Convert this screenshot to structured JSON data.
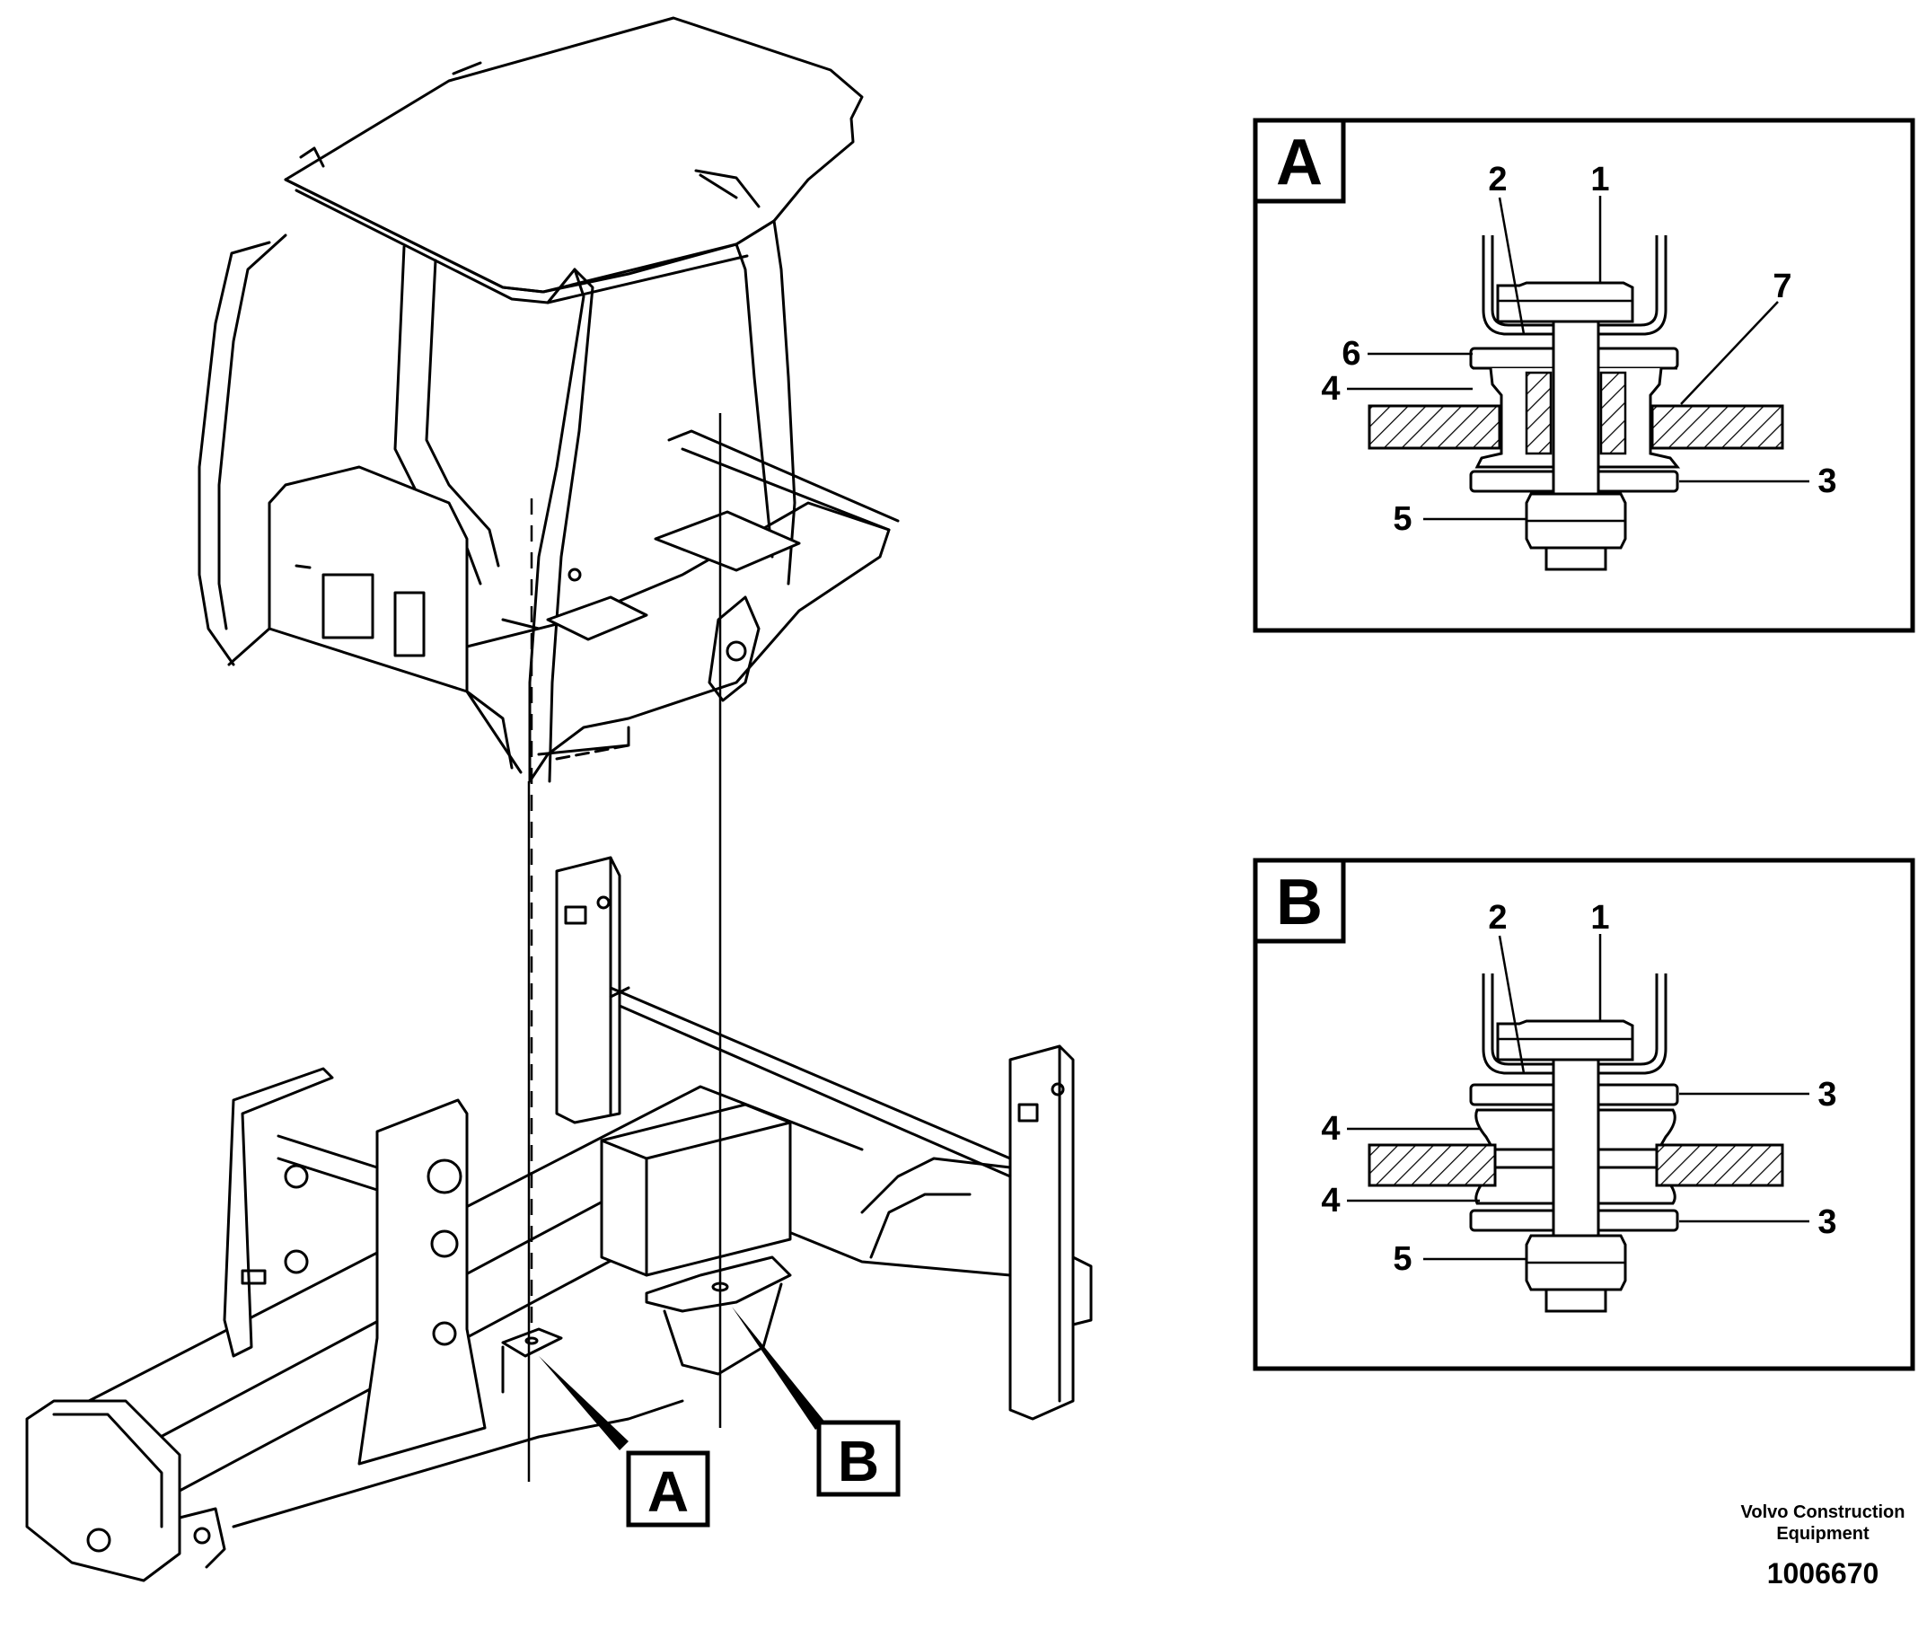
{
  "callouts": {
    "main_a": "A",
    "main_b": "B"
  },
  "detail_a": {
    "tag": "A",
    "numbers": {
      "n1": "1",
      "n2": "2",
      "n3": "3",
      "n4": "4",
      "n5": "5",
      "n6": "6",
      "n7": "7"
    }
  },
  "detail_b": {
    "tag": "B",
    "numbers": {
      "n1": "1",
      "n2": "2",
      "n3_top": "3",
      "n3_bottom": "3",
      "n4_top": "4",
      "n4_bottom": "4",
      "n5": "5"
    }
  },
  "credit": {
    "line1": "Volvo Construction",
    "line2": "Equipment",
    "part_number": "1006670"
  }
}
